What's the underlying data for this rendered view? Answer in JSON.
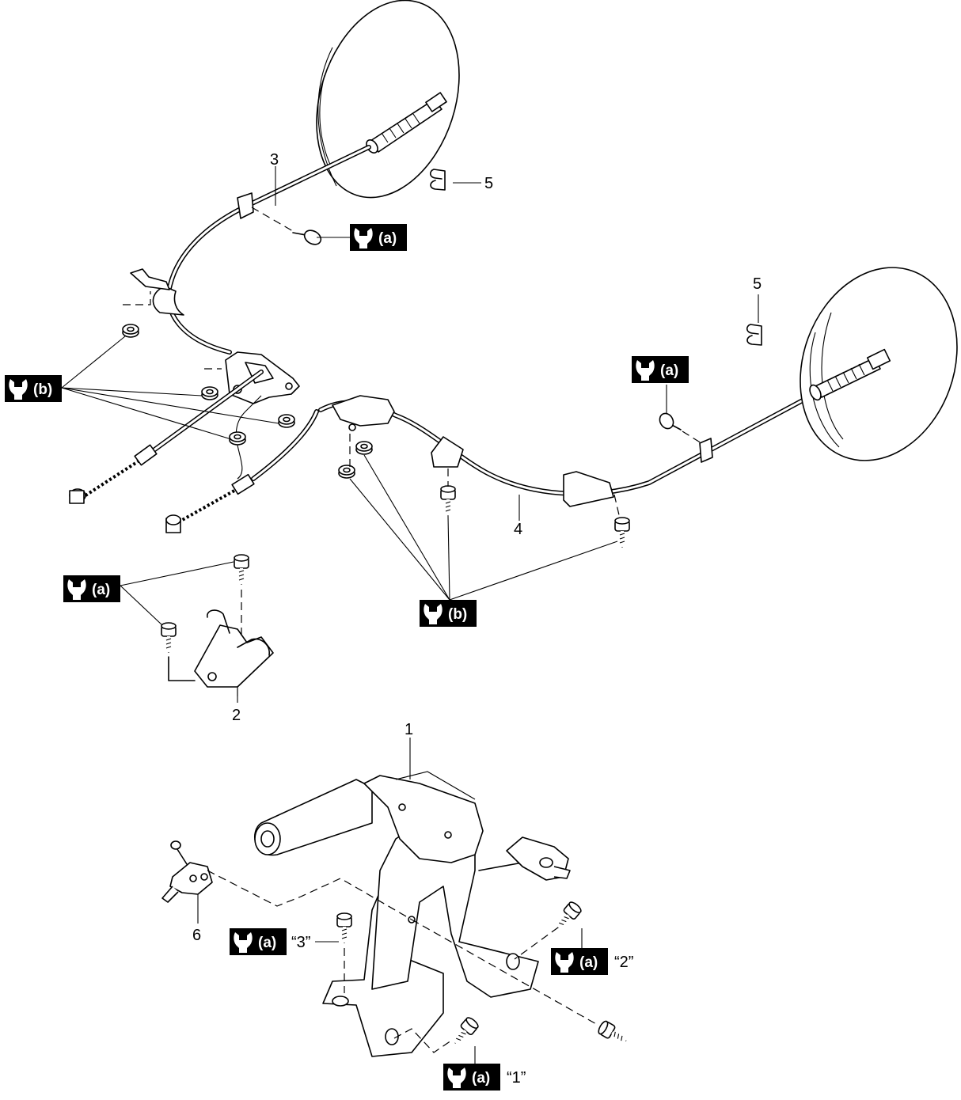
{
  "parts": {
    "p1": "1",
    "p2": "2",
    "p3": "3",
    "p4": "4",
    "p5a": "5",
    "p5b": "5",
    "p6": "6"
  },
  "torque": {
    "a": "(a)",
    "b": "(b)"
  },
  "order": {
    "first": "“1”",
    "second": "“2”",
    "third": "“3”"
  },
  "icons": {
    "torque": "wrench-icon"
  }
}
